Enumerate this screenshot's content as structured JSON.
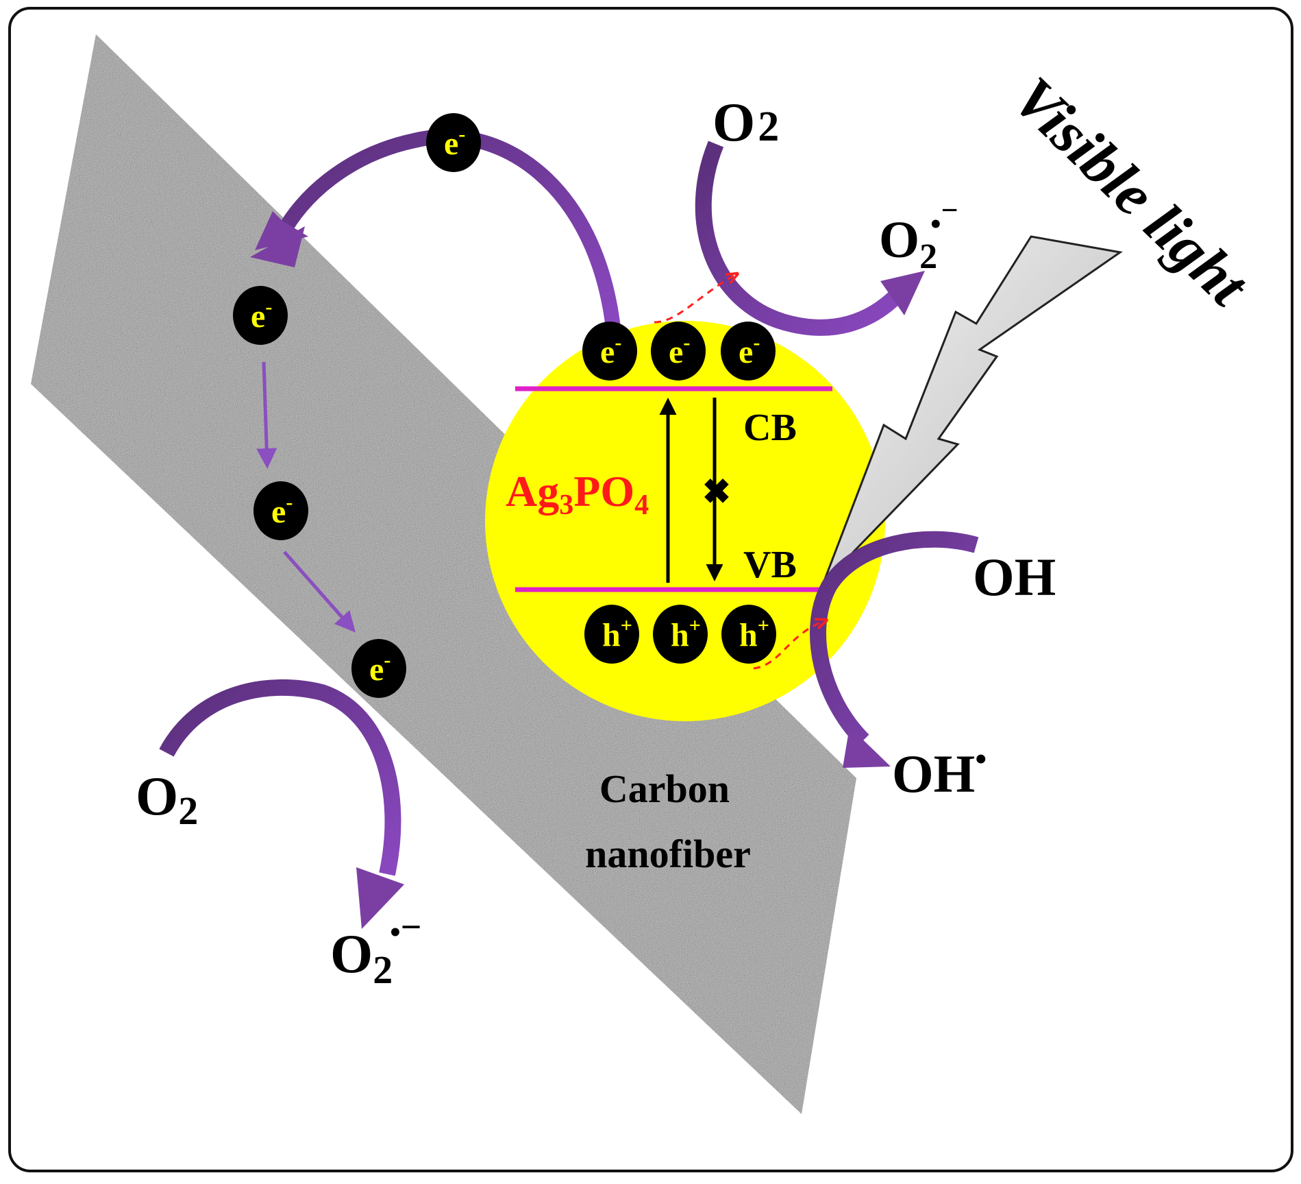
{
  "labels": {
    "electron": "e",
    "electron_sign": "-",
    "hole": "h",
    "hole_sign": "+",
    "cb": "CB",
    "vb": "VB",
    "material_main": "Ag",
    "material_sub1": "3",
    "material_mid": "PO",
    "material_sub2": "4",
    "visible_light": "Visible light",
    "carbon_line1": "Carbon",
    "carbon_line2": "nanofiber",
    "o2_main": "O",
    "o2_sub": "2",
    "superoxide_main": "O",
    "superoxide_sub": "2",
    "superoxide_dot": "•",
    "superoxide_minus": "−",
    "oh": "OH",
    "oh_radical_main": "OH",
    "oh_radical_dot": "•",
    "recombination_mark": "✖"
  },
  "colors": {
    "background": "#ffffff",
    "frame": "#111111",
    "sheet": "#9a9a9a",
    "particle": "#ffff00",
    "band_line": "#e020c8",
    "material_text": "#ff1a1a",
    "charge_fill": "#000000",
    "charge_text": "#ffff00",
    "curved_arrow": "#7b3fa3",
    "transfer_arrow": "#8a4fc0",
    "dashed_arrow": "#ff2020",
    "lightning_fill": "#dcdcdc"
  }
}
